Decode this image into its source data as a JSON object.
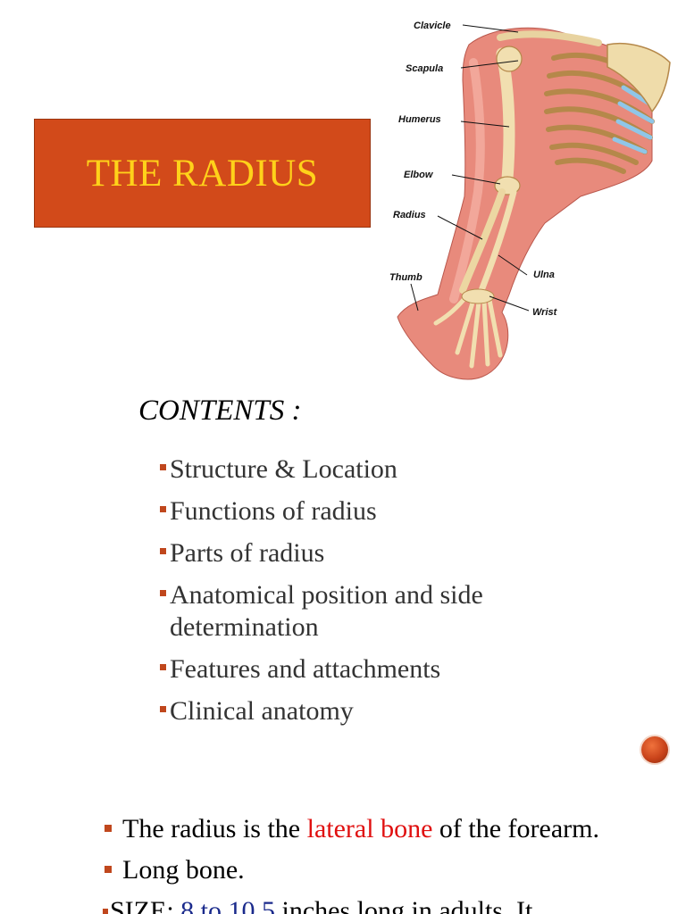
{
  "title": "THE RADIUS",
  "figure_labels": {
    "clavicle": "Clavicle",
    "scapula": "Scapula",
    "humerus": "Humerus",
    "elbow": "Elbow",
    "radius": "Radius",
    "thumb": "Thumb",
    "ulna": "Ulna",
    "wrist": "Wrist"
  },
  "contents": {
    "heading": "CONTENTS :",
    "items": [
      "Structure & Location",
      "Functions of radius",
      "Parts of radius",
      "Anatomical position and side determination",
      "Features and attachments",
      "Clinical anatomy"
    ]
  },
  "facts": {
    "line1": {
      "before": "The radius is the ",
      "highlight": "lateral bone",
      "after": " of the forearm."
    },
    "line2": "Long bone.",
    "line3": {
      "label": "SIZE: ",
      "highlight": "8 to 10.5",
      "after": " inches long in adults. It"
    }
  },
  "colors": {
    "title_bg": "#d24a1a",
    "title_text": "#ffd21a",
    "bullet": "#c0471d",
    "highlight_red": "#e01010",
    "highlight_blue": "#1a2a8c"
  }
}
